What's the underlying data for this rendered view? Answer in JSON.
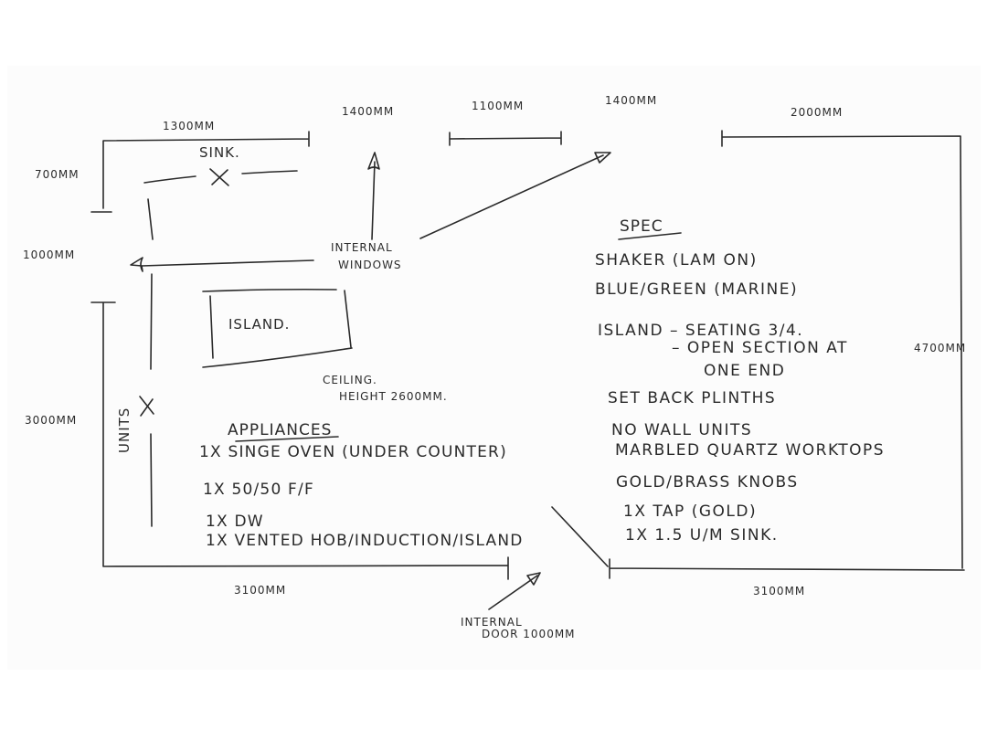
{
  "plan": {
    "dimensions": {
      "top_left_wall": "1300mm",
      "left_upper_wall": "700mm",
      "window_left": "1000mm",
      "window_top_1": "1400mm",
      "top_middle_wall": "1100mm",
      "window_top_2": "1400mm",
      "top_right_wall": "2000mm",
      "left_lower_wall": "3000mm",
      "right_wall": "4700mm",
      "bottom_left_wall": "3100mm",
      "bottom_right_wall": "3100mm"
    },
    "labels": {
      "sink": "Sink.",
      "sink_marker": "X",
      "units": "Units",
      "units_marker": "X",
      "island": "Island.",
      "internal_windows_line1": "Internal",
      "internal_windows_line2": "Windows",
      "ceiling_line1": "Ceiling.",
      "ceiling_line2": "Height 2600mm.",
      "internal_door_line1": "Internal",
      "internal_door_line2": "Door 1000mm"
    }
  },
  "appliances": {
    "heading": "Appliances",
    "items": [
      "1x Singe oven (under counter)",
      "1x 50/50 f/f",
      "1x DW",
      "1x Vented hob/induction/island"
    ]
  },
  "spec": {
    "heading": "Spec",
    "items": [
      "Shaker (Lam on)",
      "Blue/Green (Marine)",
      "Island – Seating 3/4.",
      "– Open section at",
      "one end",
      "Set back plinths",
      "No wall units",
      "Marbled quartz worktops",
      "Gold/Brass knobs",
      "1x Tap (Gold)",
      "1x 1.5 U/M Sink."
    ]
  },
  "colors": {
    "ink": "#2a2a2a",
    "paper": "#fcfcfc",
    "background": "#ffffff"
  }
}
